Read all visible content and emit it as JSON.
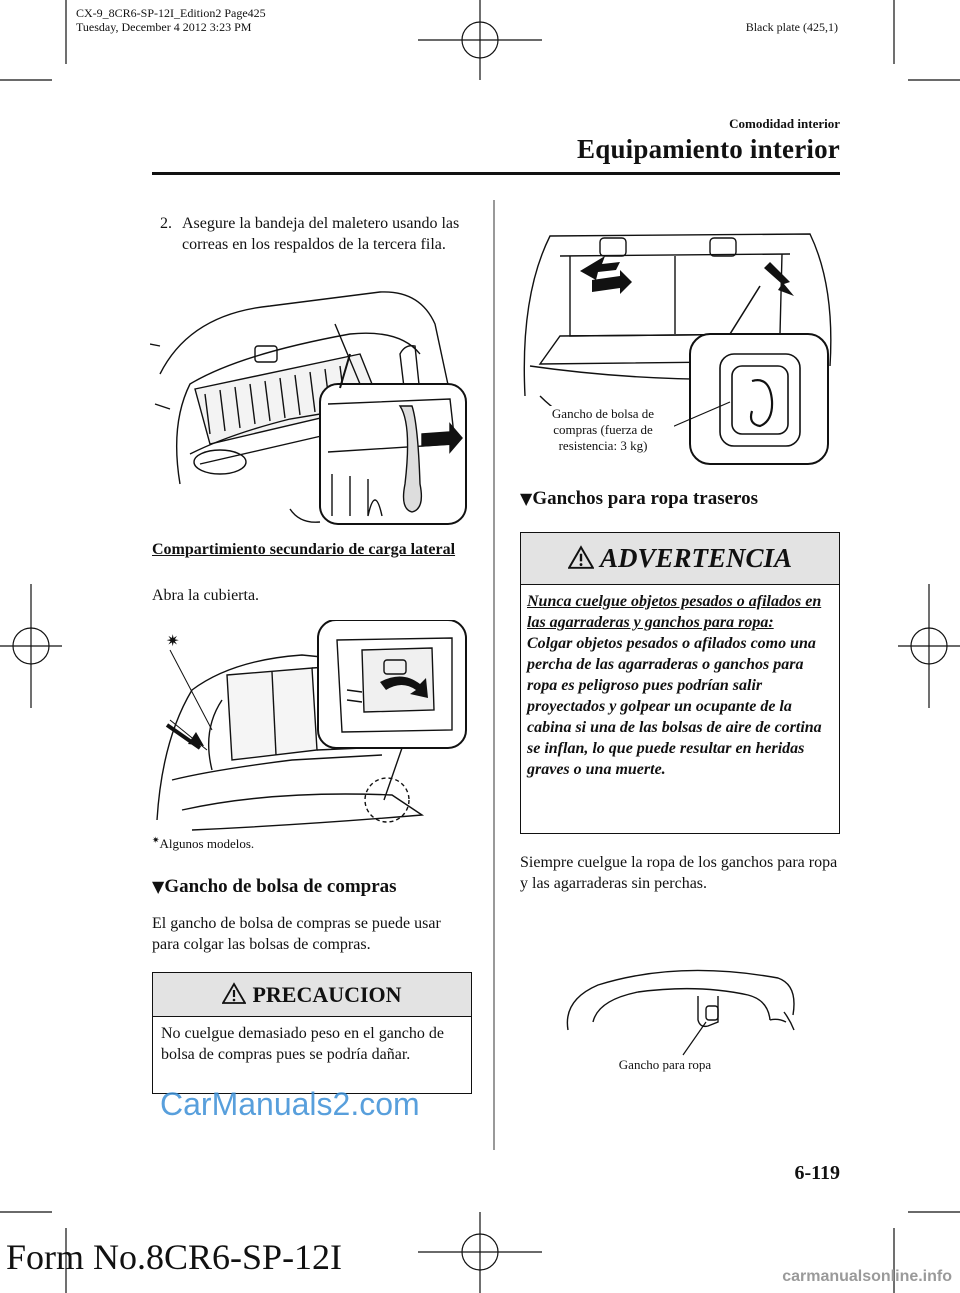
{
  "meta": {
    "file_line": "CX-9_8CR6-SP-12I_Edition2 Page425",
    "date_line": "Tuesday, December 4 2012 3:23 PM",
    "plate": "Black plate (425,1)"
  },
  "header": {
    "section": "Comodidad interior",
    "title": "Equipamiento interior"
  },
  "left": {
    "step_number": "2.",
    "step_text": "Asegure la bandeja del maletero usando las correas en los respaldos de la tercera fila.",
    "sub_heading": "Compartimiento secundario de carga lateral",
    "open_text": "Abra la cubierta.",
    "footnote_marker": "✷",
    "footnote": "Algunos modelos.",
    "hook_heading": "Gancho de bolsa de compras",
    "hook_text": "El gancho de bolsa de compras se puede usar para colgar las bolsas de compras.",
    "caution_title": "PRECAUCION",
    "caution_text": "No cuelgue demasiado peso en el gancho de bolsa de compras pues se podría dañar."
  },
  "right": {
    "hook_caption": "Gancho de bolsa de compras (fuerza de resistencia: 3 kg)",
    "clothes_heading": "Ganchos para ropa traseros",
    "warning_title": "ADVERTENCIA",
    "warning_lead": "Nunca cuelgue objetos pesados o afilados en las agarraderas y ganchos para ropa:",
    "warning_text": "Colgar objetos pesados o afilados como una percha de las agarraderas o ganchos para ropa es peligroso pues podrían salir proyectados y golpear un ocupante de la cabina si una de las bolsas de aire de cortina se inflan, lo que puede resultar en heridas graves o una muerte.",
    "clothes_text": "Siempre cuelgue la ropa de los ganchos para ropa y las agarraderas sin perchas.",
    "clothes_caption": "Gancho para ropa"
  },
  "triangle_glyph": "▼",
  "page_number": "6-119",
  "form_number": "Form No.8CR6-SP-12I",
  "watermark_1": "CarManuals2.com",
  "watermark_2": "carmanualsonline.info"
}
